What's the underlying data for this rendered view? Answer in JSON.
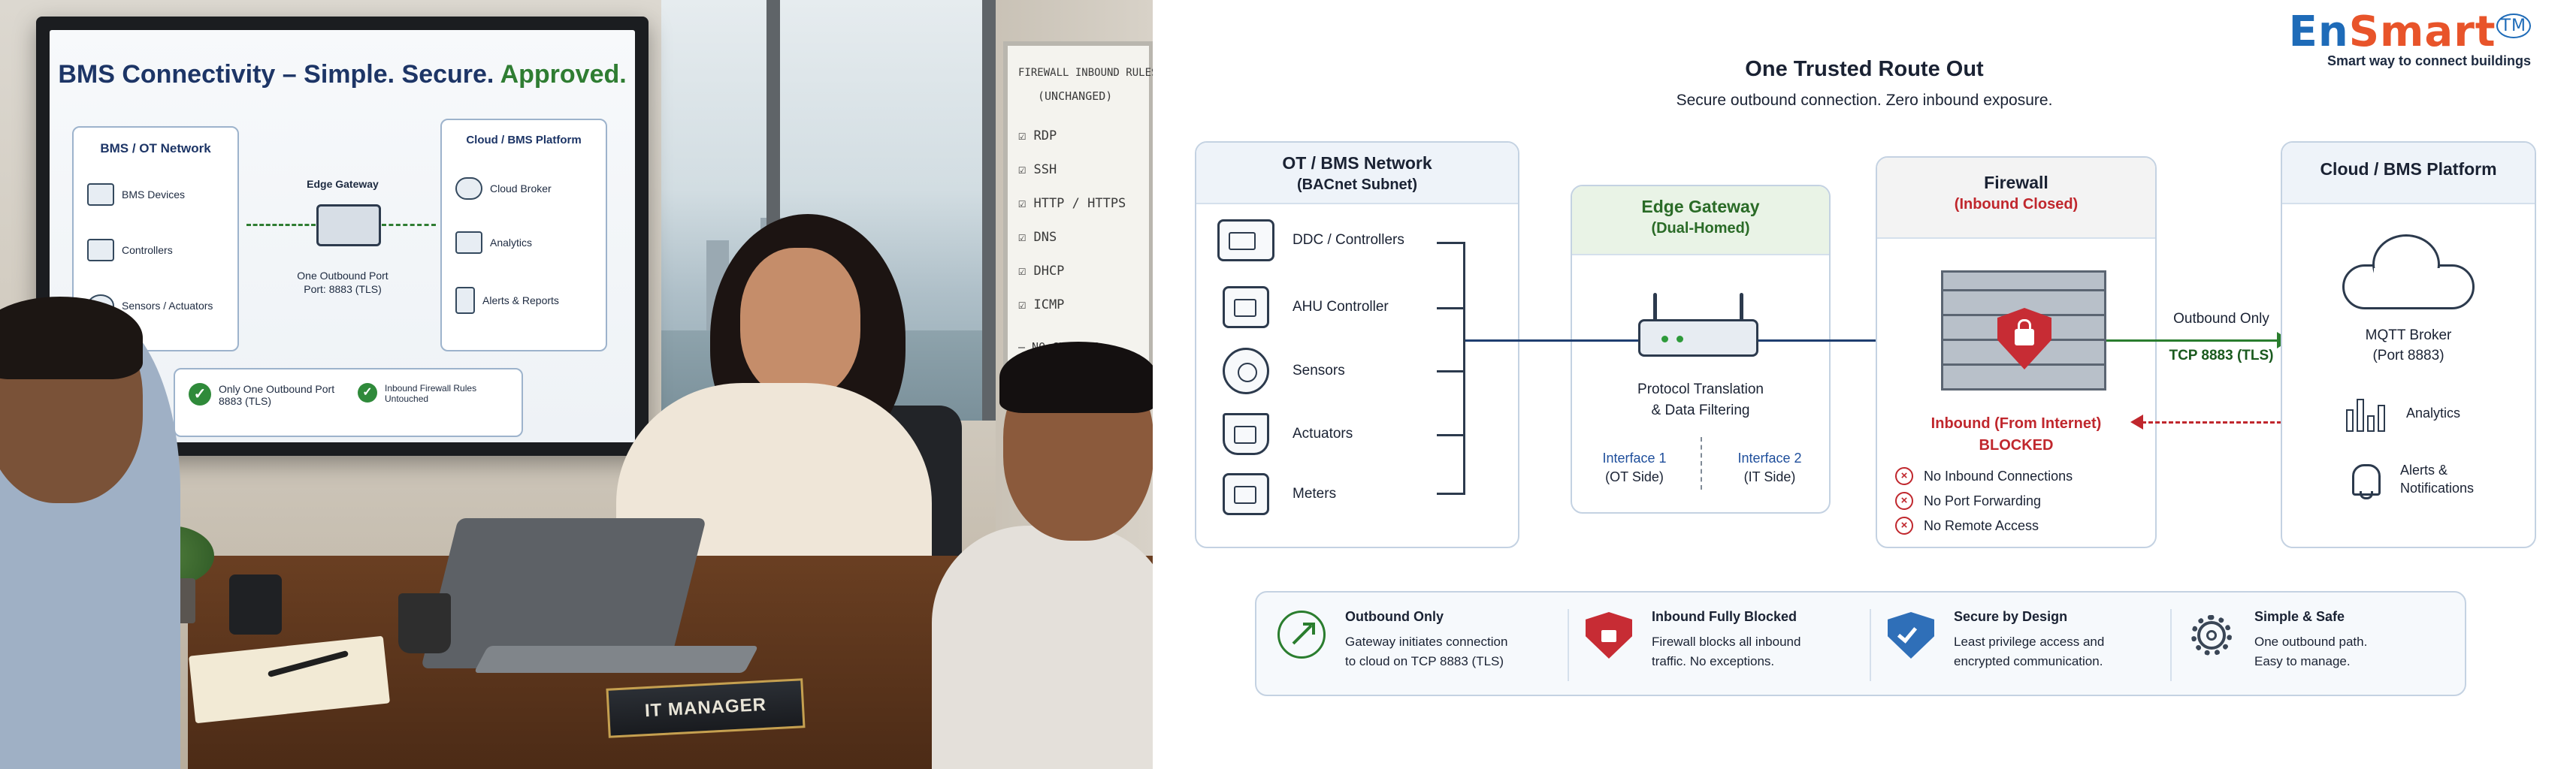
{
  "scene": {
    "tv": {
      "title_main": "BMS Connectivity – Simple. Secure.",
      "title_accent": "Approved.",
      "ot_heading": "BMS / OT Network",
      "ot_items": [
        "BMS Devices",
        "Controllers",
        "Sensors / Actuators"
      ],
      "gateway_label": "Edge Gateway",
      "gateway_port_line1": "One Outbound Port",
      "gateway_port_line2": "Port: 8883 (TLS)",
      "cloud_heading": "Cloud / BMS Platform",
      "cloud_items": [
        "Cloud Broker",
        "Analytics",
        "Alerts & Reports"
      ],
      "check1_line1": "Only One Outbound Port",
      "check1_line2": "8883 (TLS)",
      "check2_line1": "Inbound Firewall Rules",
      "check2_line2": "Untouched"
    },
    "whiteboard": {
      "title_line1": "FIREWALL INBOUND RULES",
      "title_line2": "(UNCHANGED)",
      "items": [
        "☑ RDP",
        "☑ SSH",
        "☑ HTTP / HTTPS",
        "☑ DNS",
        "☑ DHCP",
        "☑ ICMP"
      ],
      "footer": "— NO CHANGES —"
    },
    "nameplate": "IT MANAGER"
  },
  "logo": {
    "brand_en": "En",
    "brand_smart": "Smart",
    "tm": "TM",
    "tagline": "Smart way to connect buildings"
  },
  "diagram": {
    "title": "One Trusted Route Out",
    "subtitle": "Secure outbound connection. Zero inbound exposure.",
    "ot": {
      "heading": "OT / BMS Network",
      "subheading": "(BACnet Subnet)",
      "items": [
        "DDC / Controllers",
        "AHU Controller",
        "Sensors",
        "Actuators",
        "Meters"
      ]
    },
    "gateway": {
      "heading": "Edge Gateway",
      "subheading": "(Dual-Homed)",
      "desc_line1": "Protocol Translation",
      "desc_line2": "& Data Filtering",
      "iface1_line1": "Interface 1",
      "iface1_line2": "(OT Side)",
      "iface2_line1": "Interface 2",
      "iface2_line2": "(IT Side)"
    },
    "firewall": {
      "heading": "Firewall",
      "subheading": "(Inbound Closed)",
      "inbound_line1": "Inbound (From Internet)",
      "inbound_line2": "BLOCKED",
      "rules": [
        "No Inbound Connections",
        "No Port Forwarding",
        "No Remote Access"
      ],
      "outbound_label": "Outbound Only",
      "outbound_port": "TCP 8883 (TLS)"
    },
    "cloud": {
      "heading": "Cloud / BMS Platform",
      "broker_line1": "MQTT Broker",
      "broker_line2": "(Port 8883)",
      "analytics": "Analytics",
      "alerts_line1": "Alerts &",
      "alerts_line2": "Notifications"
    },
    "features": [
      {
        "title": "Outbound Only",
        "line1": "Gateway initiates connection",
        "line2": "to cloud on TCP 8883 (TLS)"
      },
      {
        "title": "Inbound Fully Blocked",
        "line1": "Firewall blocks all inbound",
        "line2": "traffic. No exceptions."
      },
      {
        "title": "Secure by Design",
        "line1": "Least privilege access and",
        "line2": "encrypted communication."
      },
      {
        "title": "Simple & Safe",
        "line1": "One outbound path.",
        "line2": "Easy to manage."
      }
    ],
    "colors": {
      "brand_blue": "#1e6bb8",
      "brand_orange": "#e8542a",
      "outbound_green": "#2a7d2e",
      "blocked_red": "#c0272d"
    }
  }
}
